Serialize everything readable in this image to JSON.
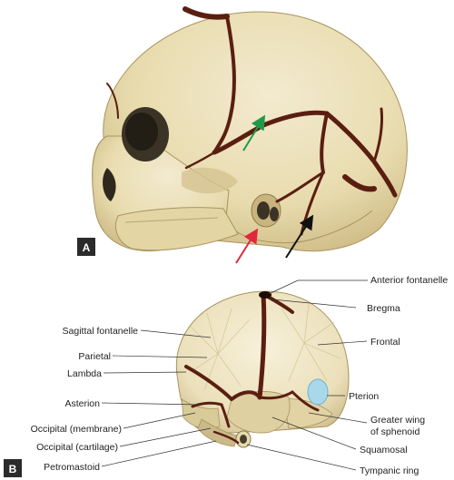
{
  "panels": {
    "a": {
      "label": "A"
    },
    "b": {
      "label": "B"
    }
  },
  "labels": {
    "anterior_fontanelle": "Anterior fontanelle",
    "bregma": "Bregma",
    "sagittal_fontanelle": "Sagittal fontanelle",
    "frontal": "Frontal",
    "parietal": "Parietal",
    "lambda": "Lambda",
    "asterion": "Asterion",
    "pterion": "Pterion",
    "occipital_membrane": "Occipital (membrane)",
    "greater_wing_line1": "Greater wing",
    "greater_wing_line2": "of sphenoid",
    "occipital_cartilage": "Occipital (cartilage)",
    "squamosal": "Squamosal",
    "petromastoid": "Petromastoid",
    "tympanic_ring": "Tympanic ring"
  },
  "colors": {
    "bone": "#e8dcae",
    "bone_shade": "#c9b47e",
    "suture": "#5a1e10",
    "pterion_fill": "#a9d8ea",
    "arrow_green": "#1f9a4a",
    "arrow_red": "#e0283a",
    "arrow_black": "#111111",
    "panel_label_bg": "#2b2b2b"
  }
}
